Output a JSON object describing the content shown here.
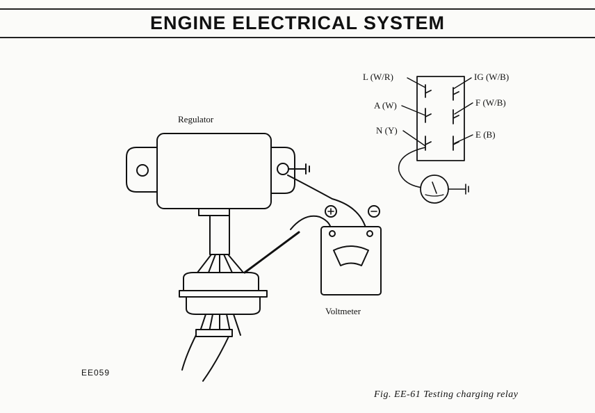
{
  "header": {
    "title": "ENGINE ELECTRICAL SYSTEM"
  },
  "diagram": {
    "regulator_label": "Regulator",
    "voltmeter_label": "Voltmeter",
    "plus_symbol": "+",
    "minus_symbol": "−",
    "terminals": {
      "l": "L (W/R)",
      "a": "A (W)",
      "n": "N (Y)",
      "ig": "IG (W/B)",
      "f": "F (W/B)",
      "e": "E (B)"
    }
  },
  "figure": {
    "code": "EE059",
    "caption": "Fig. EE-61  Testing charging relay"
  }
}
